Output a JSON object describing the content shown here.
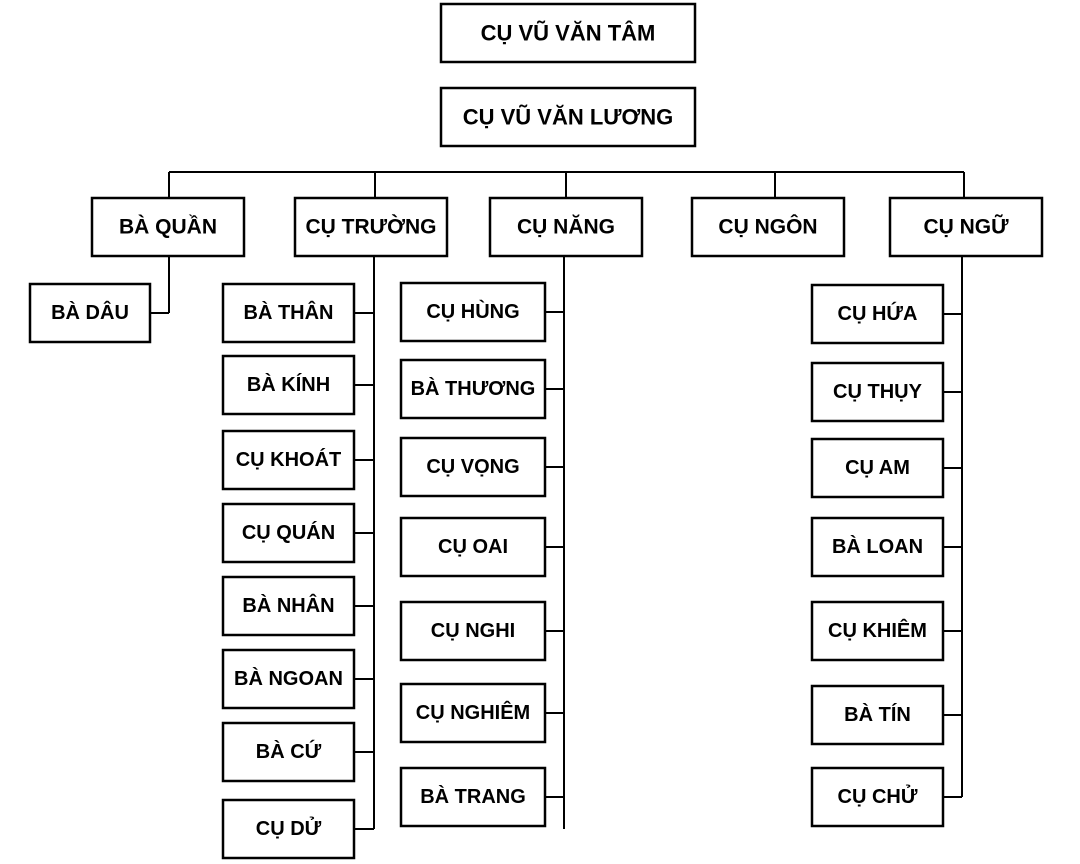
{
  "tree": {
    "root": "CỤ VŨ VĂN TÂM",
    "generation2": "CỤ VŨ VĂN LƯƠNG",
    "branches": [
      {
        "name": "BÀ QUẦN",
        "children": [
          "BÀ DÂU"
        ]
      },
      {
        "name": "CỤ TRƯỜNG",
        "children": [
          "BÀ THÂN",
          "BÀ KÍNH",
          "CỤ KHOÁT",
          "CỤ QUÁN",
          "BÀ NHÂN",
          "BÀ NGOAN",
          "BÀ CỨ",
          "CỤ DỬ"
        ]
      },
      {
        "name": "CỤ NĂNG",
        "children": [
          "CỤ HÙNG",
          "BÀ THƯƠNG",
          "CỤ VỌNG",
          "CỤ OAI",
          "CỤ NGHI",
          "CỤ NGHIÊM",
          "BÀ TRANG"
        ]
      },
      {
        "name": "CỤ NGÔN",
        "children": []
      },
      {
        "name": "CỤ NGỮ",
        "children": [
          "CỤ HỨA",
          "CỤ THỤY",
          "CỤ AM",
          "BÀ LOAN",
          "CỤ KHIÊM",
          "BÀ TÍN",
          "CỤ CHỬ"
        ]
      }
    ]
  }
}
